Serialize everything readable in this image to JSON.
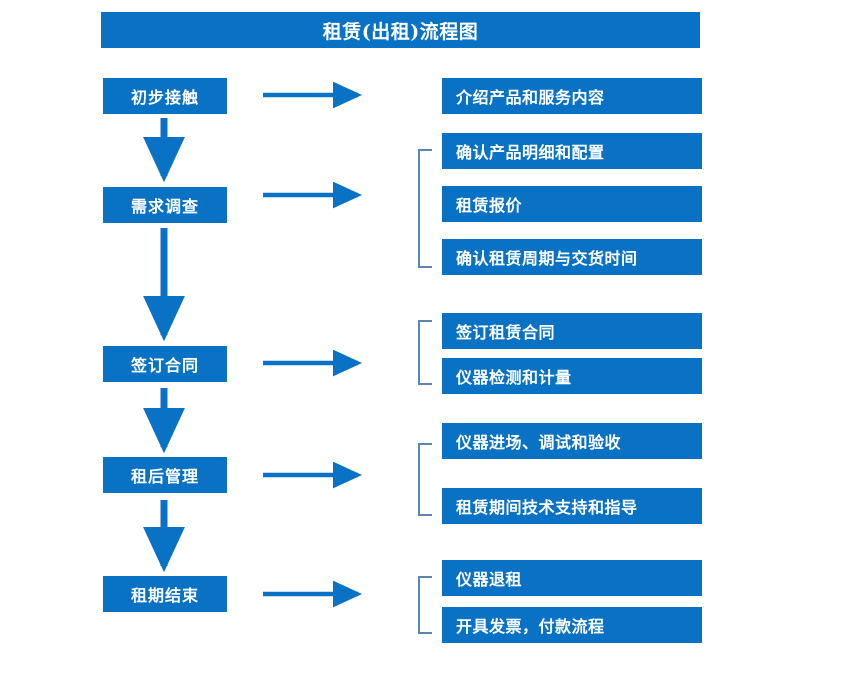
{
  "diagram": {
    "title": "租赁(出租)流程图",
    "theme": {
      "primary_blue": "#0a72c4",
      "bracket_blue": "#5b85b5",
      "arrow_blue": "#0a72c4",
      "text_white": "#ffffff",
      "background": "#ffffff"
    },
    "stages": [
      {
        "id": "stage-1",
        "label": "初步接触"
      },
      {
        "id": "stage-2",
        "label": "需求调查"
      },
      {
        "id": "stage-3",
        "label": "签订合同"
      },
      {
        "id": "stage-4",
        "label": "租后管理"
      },
      {
        "id": "stage-5",
        "label": "租期结束"
      }
    ],
    "details": [
      {
        "id": "detail-1",
        "label": "介绍产品和服务内容",
        "stage": "初步接触"
      },
      {
        "id": "detail-2",
        "label": "确认产品明细和配置",
        "stage": "需求调查"
      },
      {
        "id": "detail-3",
        "label": "租赁报价",
        "stage": "需求调查"
      },
      {
        "id": "detail-4",
        "label": "确认租赁周期与交货时间",
        "stage": "需求调查"
      },
      {
        "id": "detail-5",
        "label": "签订租赁合同",
        "stage": "签订合同"
      },
      {
        "id": "detail-6",
        "label": "仪器检测和计量",
        "stage": "签订合同"
      },
      {
        "id": "detail-7",
        "label": "仪器进场、调试和验收",
        "stage": "租后管理"
      },
      {
        "id": "detail-8",
        "label": "租赁期间技术支持和指导",
        "stage": "租后管理"
      },
      {
        "id": "detail-9",
        "label": "仪器退租",
        "stage": "租期结束"
      },
      {
        "id": "detail-10",
        "label": "开具发票，付款流程",
        "stage": "租期结束"
      }
    ],
    "connectors": {
      "vertical_arrows": 4,
      "horizontal_arrows": 5,
      "brackets": 4
    }
  }
}
